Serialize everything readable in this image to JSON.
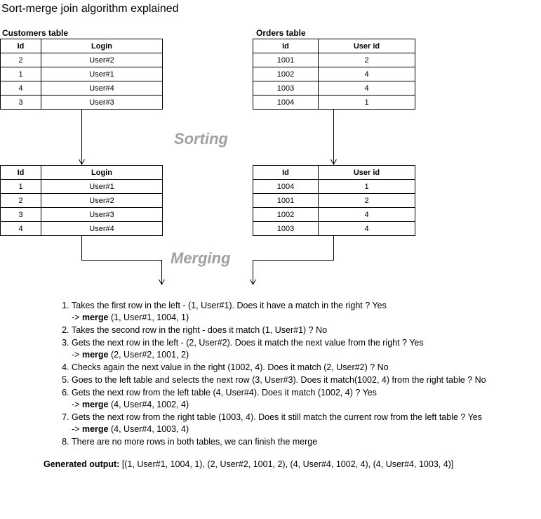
{
  "title": "Sort-merge join algorithm explained",
  "customers": {
    "label": "Customers table",
    "headers": [
      "Id",
      "Login"
    ],
    "rows": [
      [
        "2",
        "User#2"
      ],
      [
        "1",
        "User#1"
      ],
      [
        "4",
        "User#4"
      ],
      [
        "3",
        "User#3"
      ]
    ],
    "sorted_rows": [
      [
        "1",
        "User#1"
      ],
      [
        "2",
        "User#2"
      ],
      [
        "3",
        "User#3"
      ],
      [
        "4",
        "User#4"
      ]
    ]
  },
  "orders": {
    "label": "Orders table",
    "headers": [
      "Id",
      "User id"
    ],
    "rows": [
      [
        "1001",
        "2"
      ],
      [
        "1002",
        "4"
      ],
      [
        "1003",
        "4"
      ],
      [
        "1004",
        "1"
      ]
    ],
    "sorted_rows": [
      [
        "1004",
        "1"
      ],
      [
        "1001",
        "2"
      ],
      [
        "1002",
        "4"
      ],
      [
        "1003",
        "4"
      ]
    ]
  },
  "stages": {
    "sorting": "Sorting",
    "merging": "Merging"
  },
  "steps": [
    {
      "text": "Takes the first row in the left - (1, User#1). Does it have a match in the right ? Yes",
      "arrow": "->",
      "merge_kw": "merge",
      "merge_val": "(1, User#1, 1004, 1)"
    },
    {
      "text": "Takes the second row in the right - does it match (1, User#1) ? No"
    },
    {
      "text": "Gets the next row in the left - (2, User#2). Does it match the next value from the right ? Yes",
      "arrow": "->",
      "merge_kw": "merge",
      "merge_val": "(2, User#2, 1001, 2)"
    },
    {
      "text": "Checks again the next value in the right (1002, 4). Does it match (2, User#2) ? No"
    },
    {
      "text": "Goes to the left table and selects the next row (3, User#3). Does it match(1002, 4) from the right table ? No"
    },
    {
      "text": "Gets the next row from the left table (4, User#4). Does it match (1002, 4) ? Yes",
      "arrow": "->",
      "merge_kw": "merge",
      "merge_val": "(4, User#4, 1002, 4)"
    },
    {
      "text": "Gets the next row from the right table (1003, 4). Does it still match the current row from the left table ? Yes",
      "arrow": "->",
      "merge_kw": "merge",
      "merge_val": "(4, User#4, 1003, 4)"
    },
    {
      "text": "There are no more rows in both tables, we can finish the merge"
    }
  ],
  "output": {
    "label": "Generated output:",
    "value": "[(1, User#1, 1004, 1), (2, User#2, 1001, 2), (4, User#4, 1002, 4), (4, User#4, 1003, 4)]"
  }
}
